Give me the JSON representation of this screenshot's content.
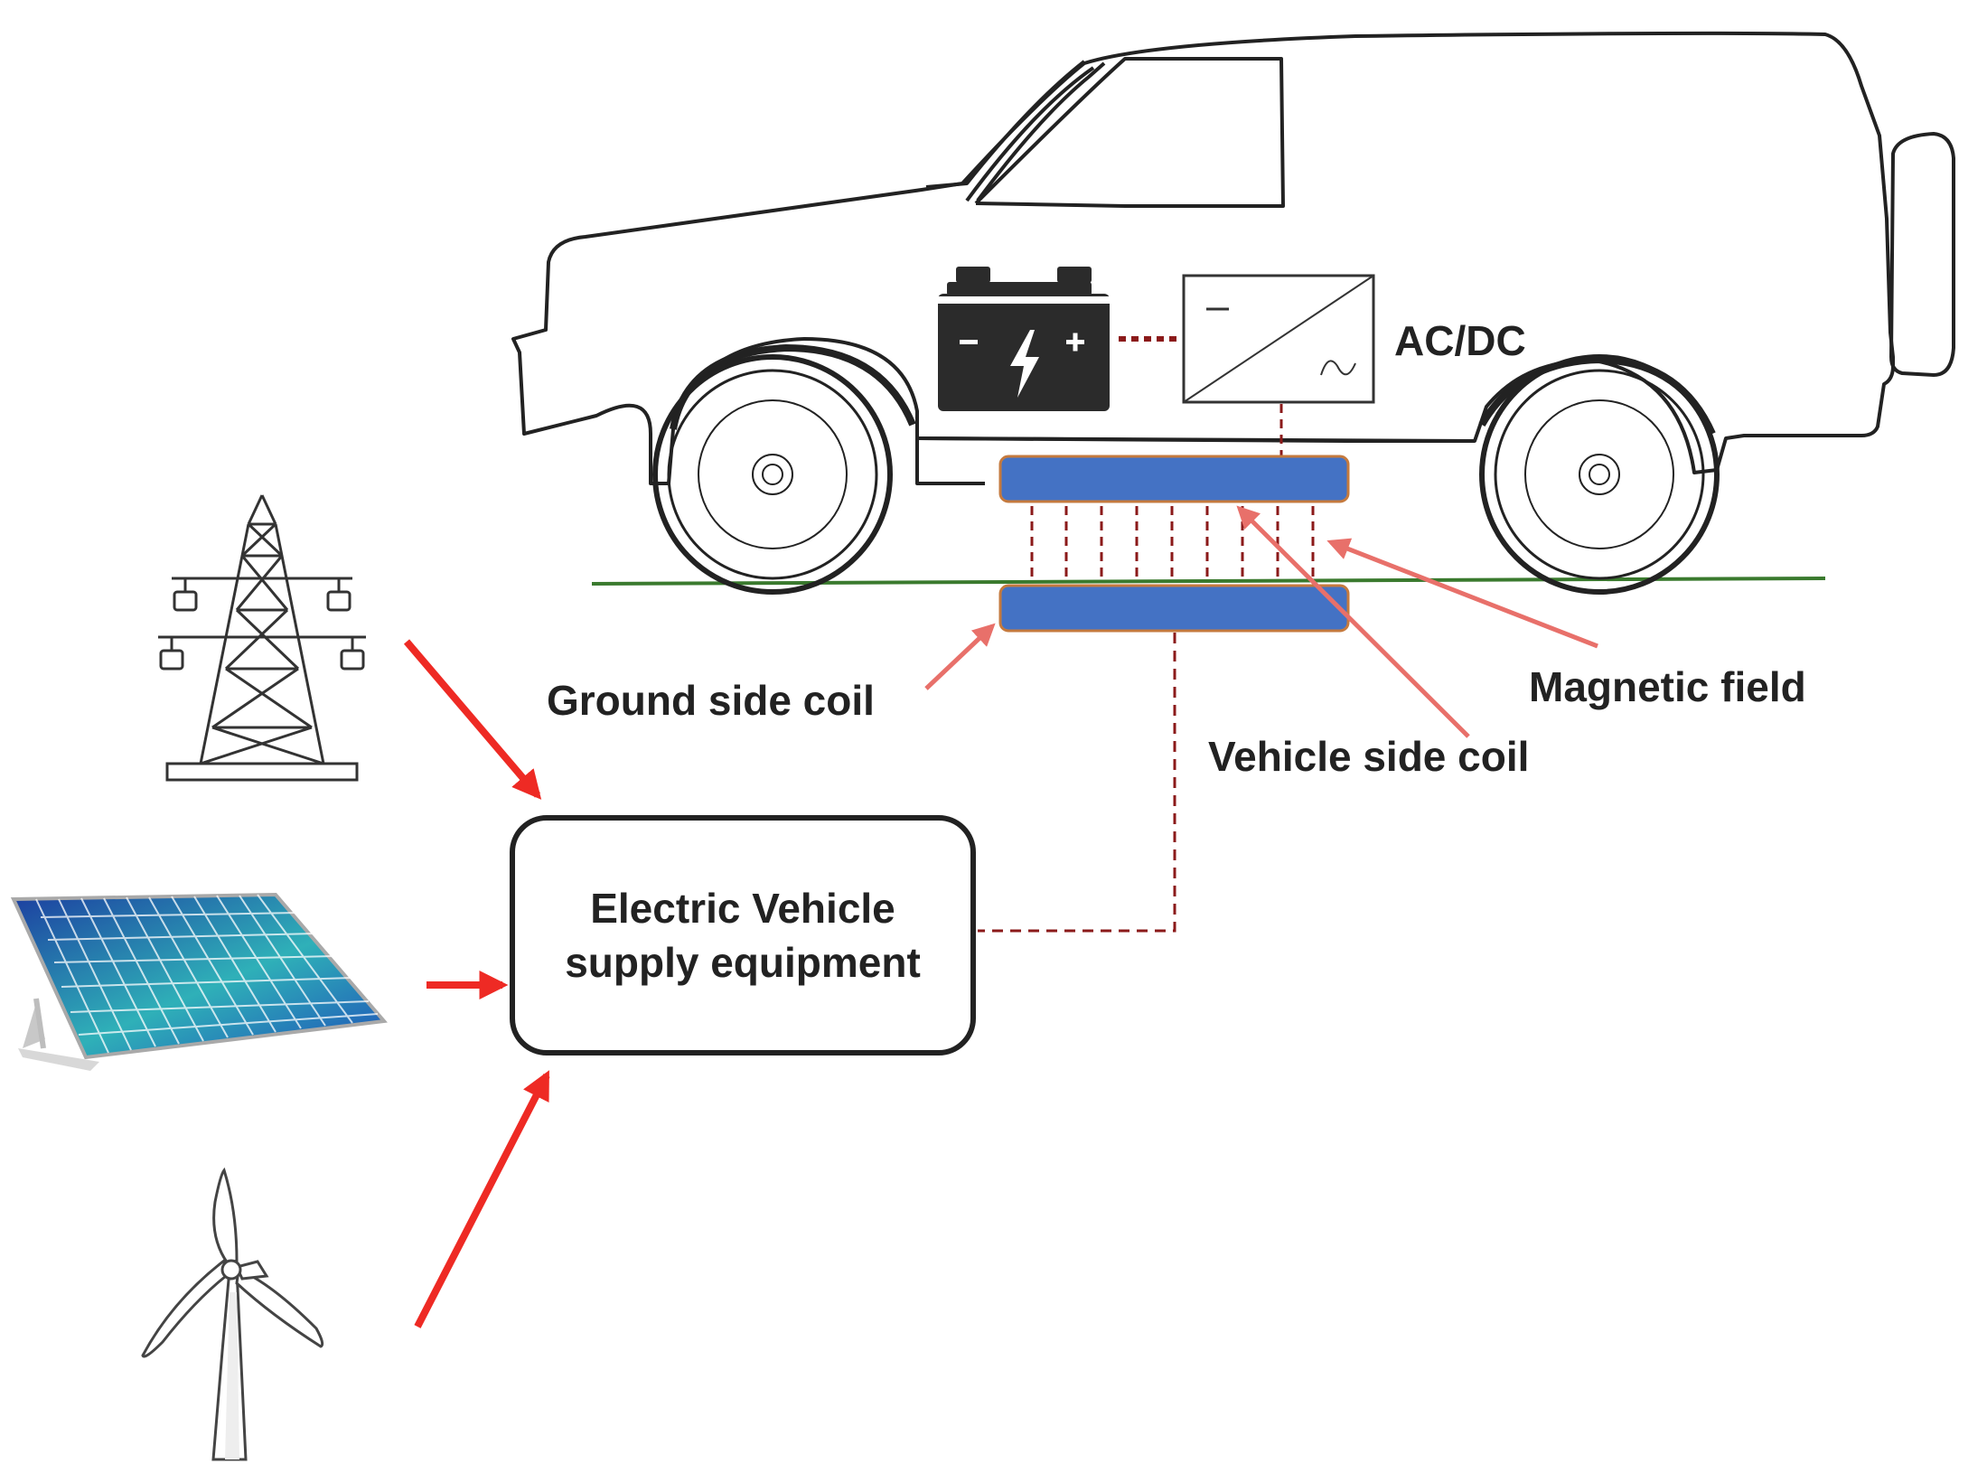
{
  "labels": {
    "ac_dc": "AC/DC",
    "ground_side_coil": "Ground side coil",
    "vehicle_side_coil": "Vehicle side coil",
    "magnetic_field": "Magnetic field",
    "supply_line1": "Electric Vehicle",
    "supply_line2": "supply equipment"
  },
  "colors": {
    "coil": "#4472c4",
    "coil_outline": "#c57a3e",
    "dashed_link": "#8b1a1a",
    "source_arrow": "#ee2a24",
    "label_arrow": "#e8706a",
    "ground_line": "#3a7a2e",
    "outline": "#222222",
    "battery": "#2b2b2b"
  },
  "icons": [
    "transmission-tower-icon",
    "solar-panel-icon",
    "wind-turbine-icon",
    "battery-icon",
    "converter-icon"
  ]
}
